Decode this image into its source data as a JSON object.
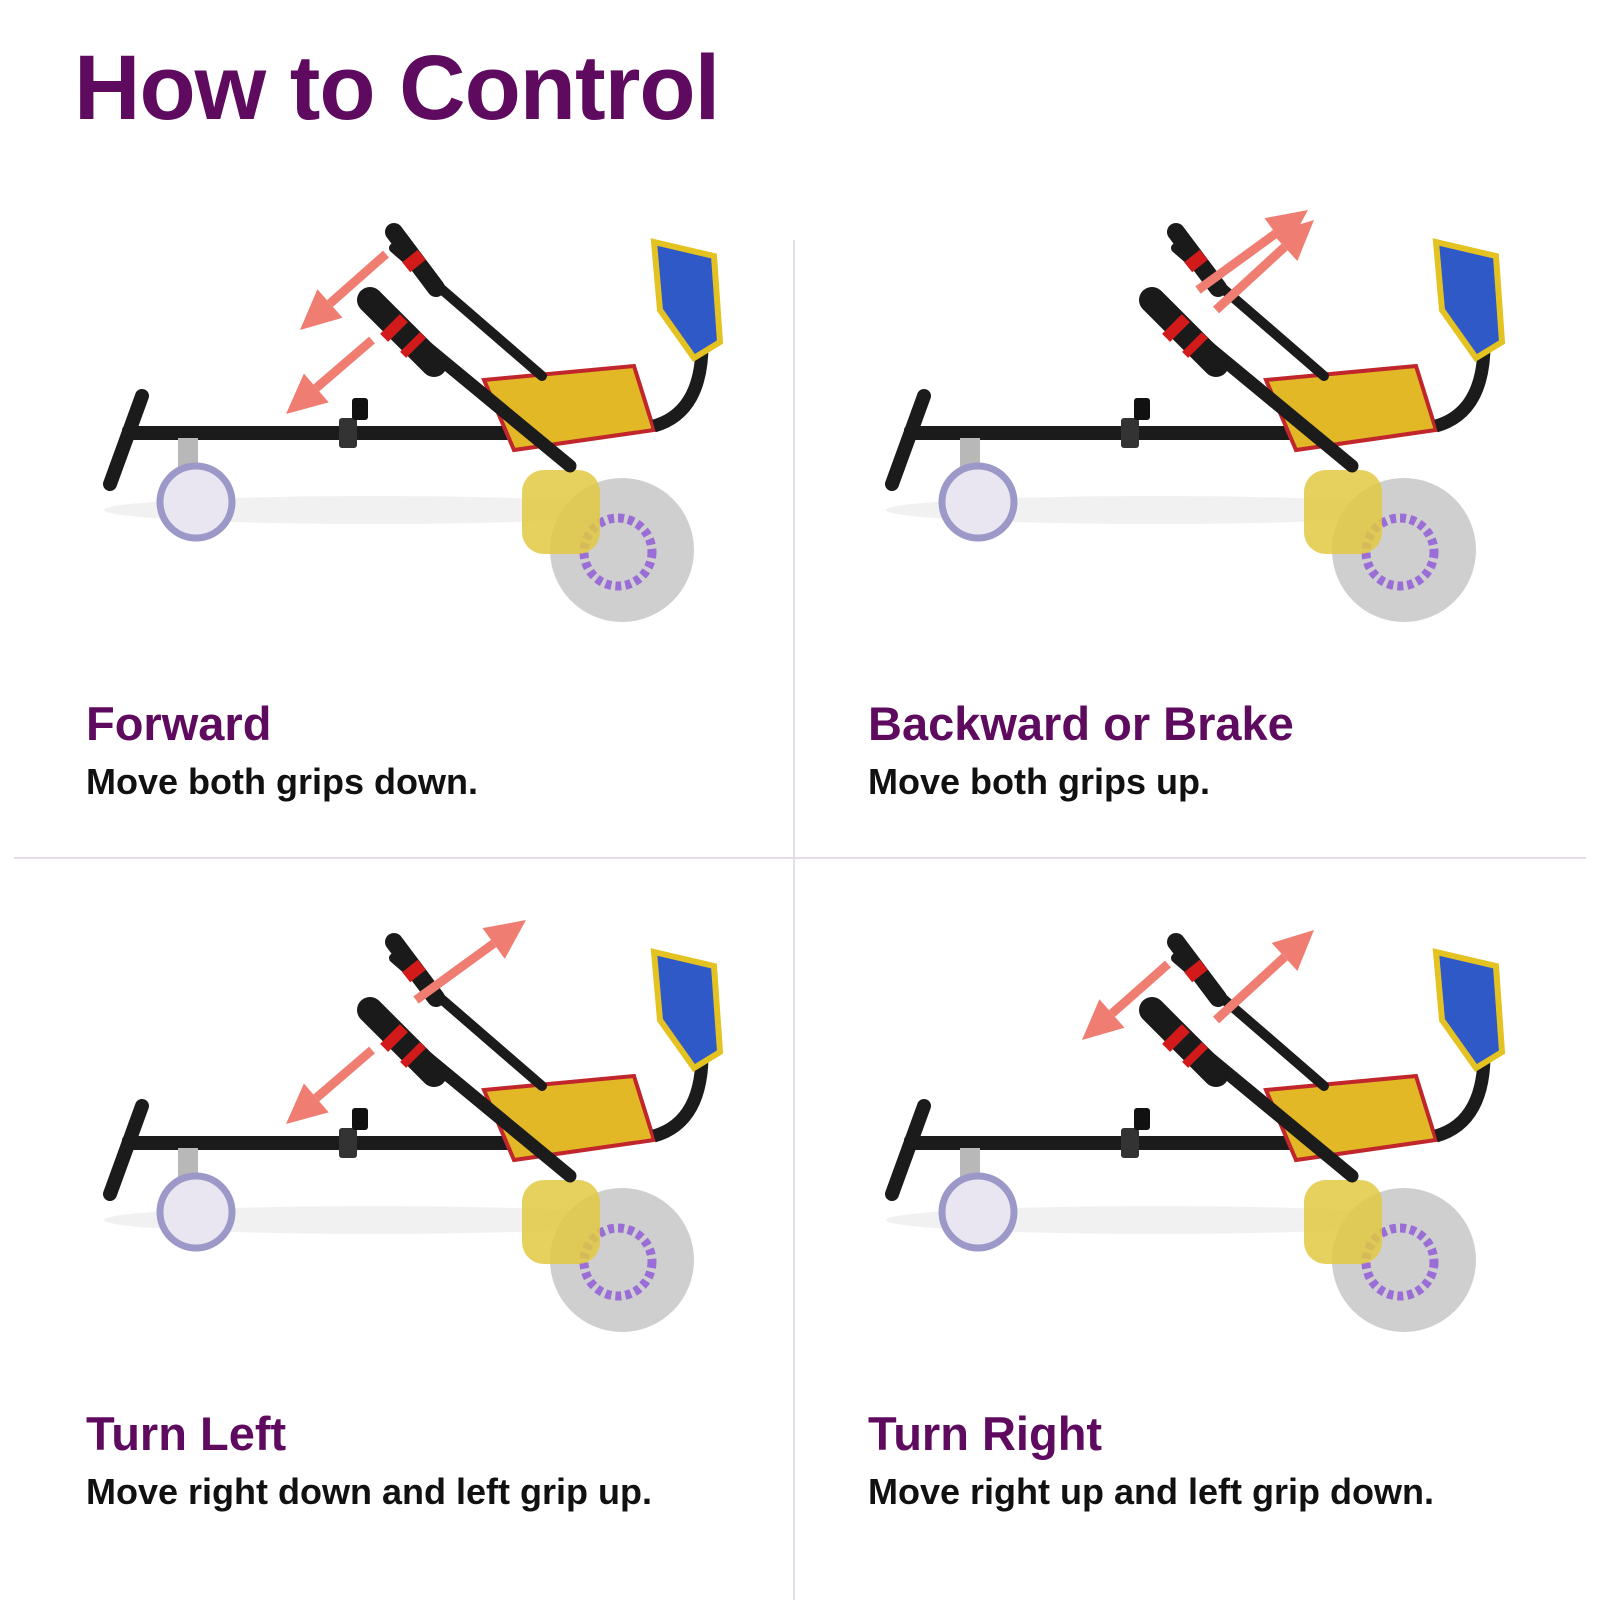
{
  "title": "How to Control",
  "colors": {
    "accent": "#5e0a5e",
    "arrow": "#f07d72",
    "frame": "#1b1b1b",
    "grip_band": "#d21a1a",
    "wheel": "#cfcfcf"
  },
  "panels": [
    {
      "heading": "Forward",
      "description": "Move both grips down.",
      "left_grip": "down",
      "right_grip": "down"
    },
    {
      "heading": "Backward or Brake",
      "description": "Move both grips up.",
      "left_grip": "up",
      "right_grip": "up"
    },
    {
      "heading": "Turn Left",
      "description": "Move right down and left grip up.",
      "left_grip": "up",
      "right_grip": "down"
    },
    {
      "heading": "Turn Right",
      "description": "Move right up and left grip down.",
      "left_grip": "down",
      "right_grip": "up"
    }
  ],
  "icons": {
    "arrow": "direction-arrow-icon",
    "kart": "hoverboard-kart-icon"
  }
}
